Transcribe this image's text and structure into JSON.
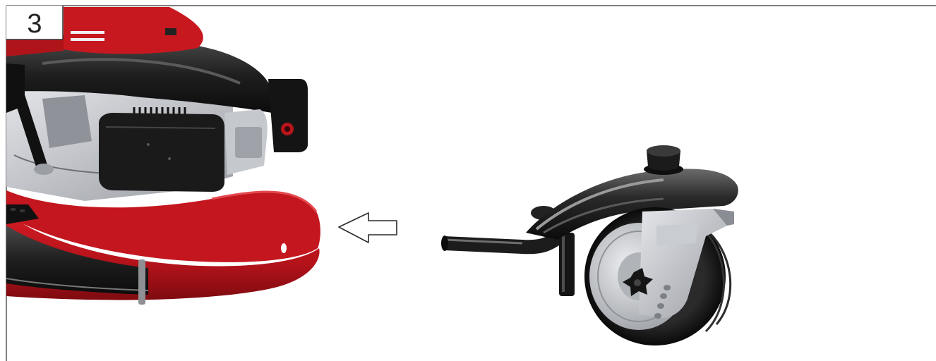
{
  "step": {
    "number": "3"
  },
  "illustration": {
    "items": [
      "lawn-mower-deck",
      "direction-arrow",
      "front-wheel-assembly"
    ],
    "colors": {
      "deck_red": "#c0141c",
      "deck_red_dark": "#8a0d12",
      "engine_black": "#1e1e1e",
      "metal_gray": "#b9bcc2",
      "wheel_tire": "#151515",
      "hub_silver": "#c7c9cc"
    }
  }
}
